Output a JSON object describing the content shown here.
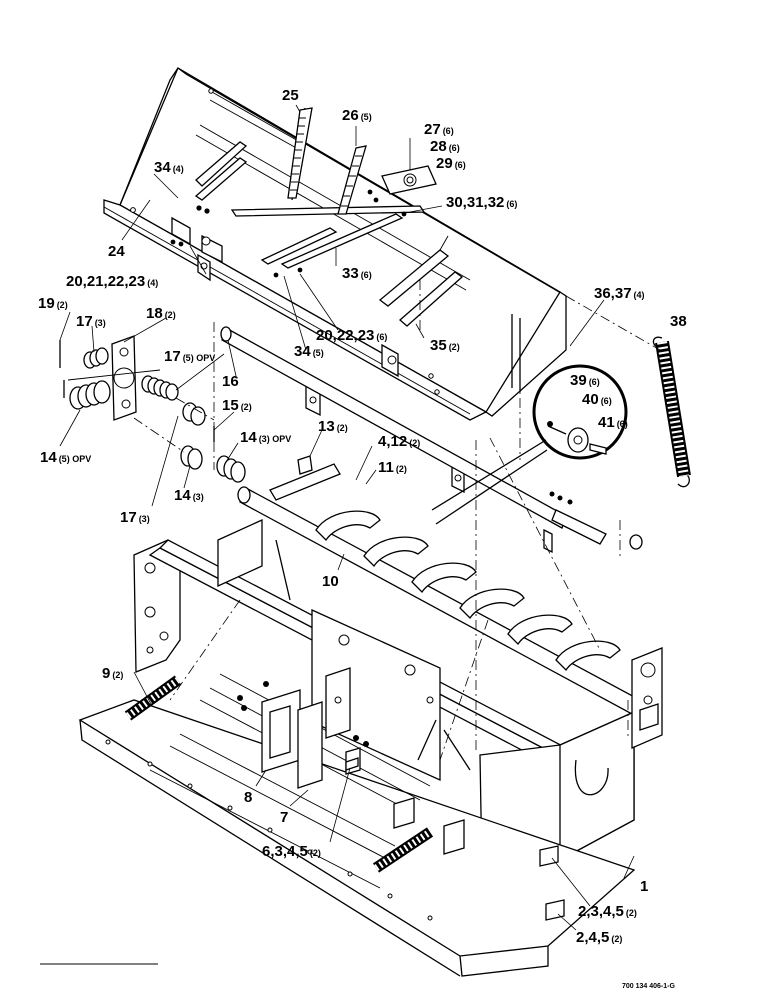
{
  "drawing_number": "700 134 406-1-G",
  "callouts": [
    {
      "id": "c25",
      "main": "25",
      "qty": ""
    },
    {
      "id": "c26",
      "main": "26",
      "qty": "(5)"
    },
    {
      "id": "c27",
      "main": "27",
      "qty": "(6)"
    },
    {
      "id": "c28",
      "main": "28",
      "qty": "(6)"
    },
    {
      "id": "c29",
      "main": "29",
      "qty": "(6)"
    },
    {
      "id": "c34a",
      "main": "34",
      "qty": "(4)"
    },
    {
      "id": "c30",
      "main": "30,31,32",
      "qty": "(6)"
    },
    {
      "id": "c24",
      "main": "24",
      "qty": ""
    },
    {
      "id": "c33",
      "main": "33",
      "qty": "(6)"
    },
    {
      "id": "c20a",
      "main": "20,21,22,23",
      "qty": "(4)"
    },
    {
      "id": "c19",
      "main": "19",
      "qty": "(2)"
    },
    {
      "id": "c18",
      "main": "18",
      "qty": "(2)"
    },
    {
      "id": "c17a",
      "main": "17",
      "qty": "(3)"
    },
    {
      "id": "c36",
      "main": "36,37",
      "qty": "(4)"
    },
    {
      "id": "c38",
      "main": "38",
      "qty": ""
    },
    {
      "id": "c20b",
      "main": "20,22,23",
      "qty": "(6)"
    },
    {
      "id": "c35",
      "main": "35",
      "qty": "(2)"
    },
    {
      "id": "c34b",
      "main": "34",
      "qty": "(5)"
    },
    {
      "id": "c17b",
      "main": "17",
      "qty": "(5) OPV"
    },
    {
      "id": "c16",
      "main": "16",
      "qty": ""
    },
    {
      "id": "c39",
      "main": "39",
      "qty": "(6)"
    },
    {
      "id": "c40",
      "main": "40",
      "qty": "(6)"
    },
    {
      "id": "c41",
      "main": "41",
      "qty": "(6)"
    },
    {
      "id": "c15",
      "main": "15",
      "qty": "(2)"
    },
    {
      "id": "c13",
      "main": "13",
      "qty": "(2)"
    },
    {
      "id": "c14a",
      "main": "14",
      "qty": "(3) OPV"
    },
    {
      "id": "c4_12",
      "main": "4,12",
      "qty": "(2)"
    },
    {
      "id": "c14b",
      "main": "14",
      "qty": "(5) OPV"
    },
    {
      "id": "c11",
      "main": "11",
      "qty": "(2)"
    },
    {
      "id": "c14c",
      "main": "14",
      "qty": "(3)"
    },
    {
      "id": "c17c",
      "main": "17",
      "qty": "(3)"
    },
    {
      "id": "c10",
      "main": "10",
      "qty": ""
    },
    {
      "id": "c9",
      "main": "9",
      "qty": "(2)"
    },
    {
      "id": "c8",
      "main": "8",
      "qty": ""
    },
    {
      "id": "c7",
      "main": "7",
      "qty": ""
    },
    {
      "id": "c6",
      "main": "6,3,4,5",
      "qty": "(2)"
    },
    {
      "id": "c1",
      "main": "1",
      "qty": ""
    },
    {
      "id": "c2a",
      "main": "2,3,4,5",
      "qty": "(2)"
    },
    {
      "id": "c2b",
      "main": "2,4,5",
      "qty": "(2)"
    }
  ]
}
